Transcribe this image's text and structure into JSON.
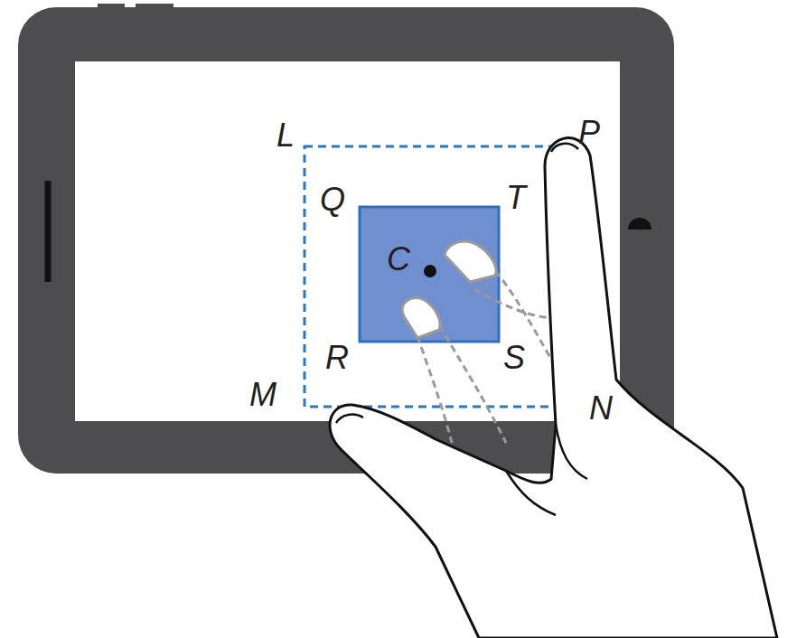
{
  "diagram": {
    "labels": [
      "L",
      "P",
      "Q",
      "T",
      "C",
      "R",
      "S",
      "M",
      "N"
    ]
  }
}
